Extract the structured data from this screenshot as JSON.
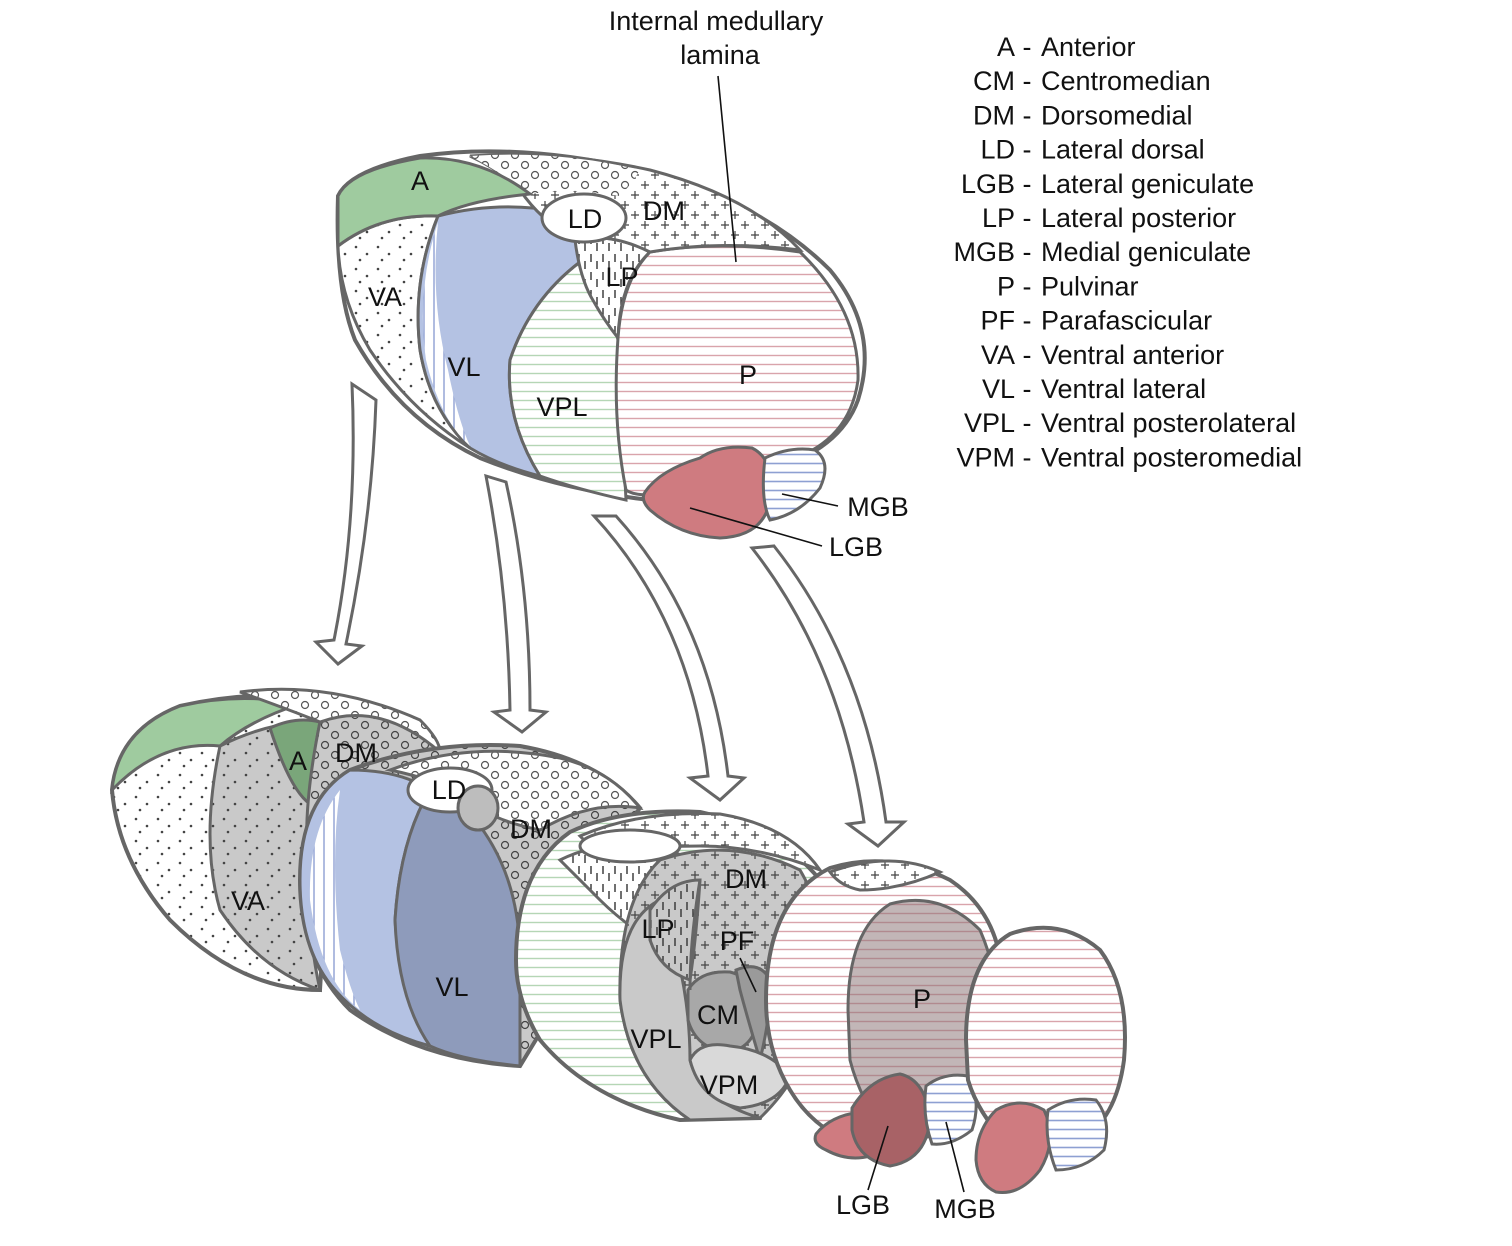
{
  "diagram": {
    "top_annotation": {
      "line1": "Internal medullary",
      "line2": "lamina"
    },
    "top_labels": {
      "A": "A",
      "LD": "LD",
      "DM": "DM",
      "VA": "VA",
      "LP": "LP",
      "VL": "VL",
      "VPL": "VPL",
      "P": "P",
      "MGB": "MGB",
      "LGB": "LGB"
    },
    "bottom_labels": {
      "A": "A",
      "DM1": "DM",
      "VA": "VA",
      "LD": "LD",
      "DM2": "DM",
      "VL": "VL",
      "DM3": "DM",
      "LP": "LP",
      "PF": "PF",
      "CM": "CM",
      "VPL": "VPL",
      "VPM": "VPM",
      "P": "P",
      "LGB": "LGB",
      "MGB": "MGB"
    },
    "legend": [
      {
        "abbr": "A",
        "sep": "-",
        "name": "Anterior"
      },
      {
        "abbr": "CM",
        "sep": "-",
        "name": "Centromedian"
      },
      {
        "abbr": "DM",
        "sep": "-",
        "name": "Dorsomedial"
      },
      {
        "abbr": "LD",
        "sep": "-",
        "name": "Lateral dorsal"
      },
      {
        "abbr": "LGB",
        "sep": "-",
        "name": "Lateral geniculate"
      },
      {
        "abbr": "LP",
        "sep": "-",
        "name": "Lateral posterior"
      },
      {
        "abbr": "MGB",
        "sep": "-",
        "name": "Medial geniculate"
      },
      {
        "abbr": "P",
        "sep": "-",
        "name": "Pulvinar"
      },
      {
        "abbr": "PF",
        "sep": "-",
        "name": "Parafascicular"
      },
      {
        "abbr": "VA",
        "sep": "-",
        "name": "Ventral anterior"
      },
      {
        "abbr": "VL",
        "sep": "-",
        "name": "Ventral lateral"
      },
      {
        "abbr": "VPL",
        "sep": "-",
        "name": "Ventral posterolateral"
      },
      {
        "abbr": "VPM",
        "sep": "-",
        "name": "Ventral posteromedial"
      }
    ],
    "colors": {
      "anterior": "#9fcb9f",
      "ventral_lateral_light": "#b4c2e3",
      "ventral_lateral_dark": "#8e9bbb",
      "pulvinar_lines": "#d9a4ab",
      "lgb": "#cf7b80",
      "lgb_dark": "#a86266",
      "mgb_lines": "#8ea0d2",
      "vpl_lines": "#b5d6b5",
      "gray": "#c9c9c9",
      "dark_gray": "#a8a8a8",
      "outline": "#666666"
    }
  }
}
